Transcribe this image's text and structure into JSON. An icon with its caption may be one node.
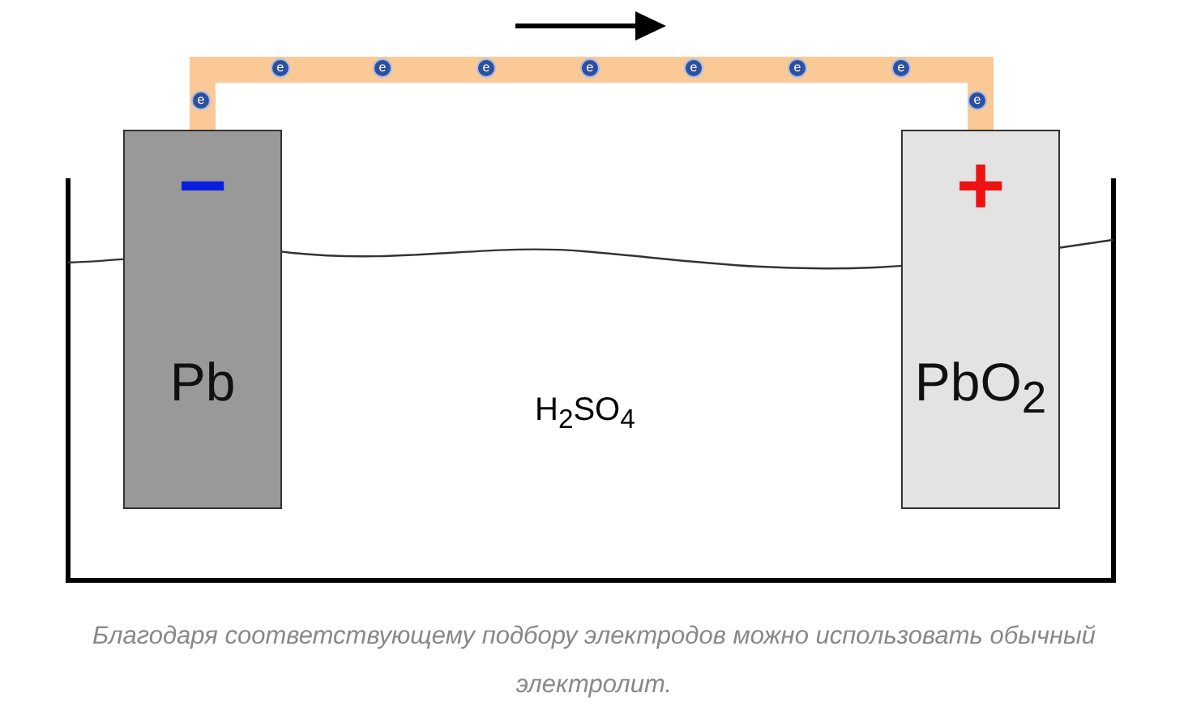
{
  "diagram": {
    "caption": "Благодаря соответствующему подбору электродов можно использовать обычный электролит.",
    "nodes": [
      {
        "text": [
          "−",
          "Pb"
        ]
      },
      {
        "text": [
          "+",
          "PbO$_{2}$"
        ]
      }
    ],
    "edges": [
      {
        "from": 0,
        "to": 1,
        "arrow": "none",
        "color": "#fbc995"
      }
    ],
    "labels": [
      "e",
      "e",
      "e",
      "e",
      "e",
      "e",
      "e",
      "e",
      "e",
      "H$_{2}$SO$_{4}$"
    ]
  }
}
